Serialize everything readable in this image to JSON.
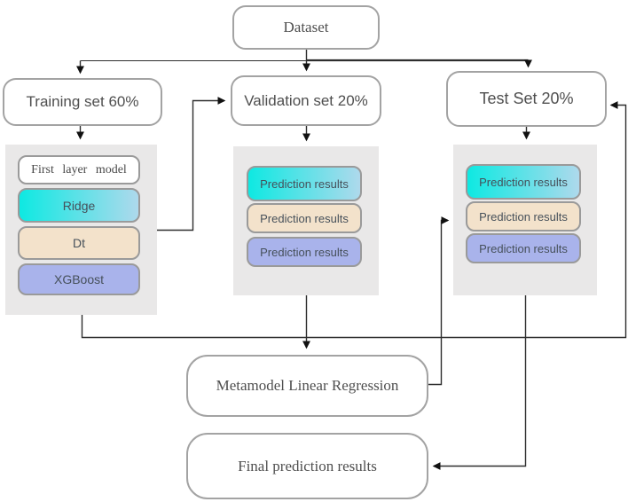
{
  "colors": {
    "cyan_start": "#0ee9e2",
    "cyan_end": "#aed9ec",
    "tan": "#f3e2cb",
    "periwinkle": "#a9b3eb",
    "panel_bg": "#e9e8e8",
    "node_border": "#a3a3a3",
    "inner_border": "#9a9a9a",
    "line": "#2e2e2e",
    "text": "#4f4f4f"
  },
  "nodes": {
    "dataset": "Dataset",
    "training_set": "Training set 60%",
    "validation_set": "Validation set 20%",
    "test_set": "Test Set 20%",
    "metamodel": "Metamodel Linear Regression",
    "final_results": "Final prediction results"
  },
  "training_panel": {
    "header": "First layer model",
    "models": [
      {
        "label": "Ridge",
        "fill": "gradient-cyan-to-blue"
      },
      {
        "label": "Dt",
        "fill": "tan"
      },
      {
        "label": "XGBoost",
        "fill": "periwinkle"
      }
    ]
  },
  "validation_panel": {
    "results": [
      {
        "label": "Prediction results",
        "fill": "gradient-cyan-to-blue"
      },
      {
        "label": "Prediction results",
        "fill": "tan"
      },
      {
        "label": "Prediction results",
        "fill": "periwinkle"
      }
    ]
  },
  "test_panel": {
    "results": [
      {
        "label": "Prediction results",
        "fill": "gradient-cyan-to-blue"
      },
      {
        "label": "Prediction results",
        "fill": "tan"
      },
      {
        "label": "Prediction results",
        "fill": "periwinkle"
      }
    ]
  }
}
